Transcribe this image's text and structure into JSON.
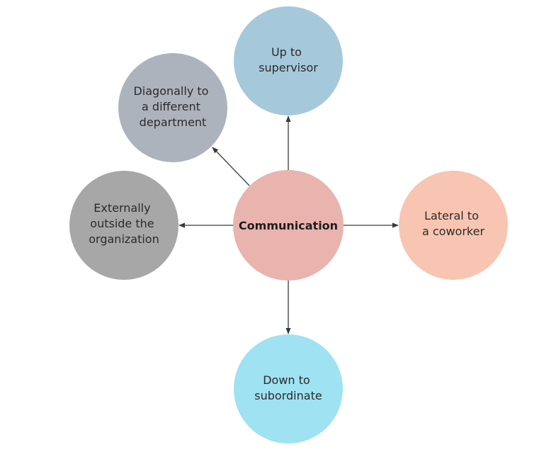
{
  "center": {
    "label": "Communication",
    "color": "#E9B3AE"
  },
  "nodes": [
    {
      "id": "up",
      "lines": [
        "Up to",
        "supervisor"
      ],
      "color": "#A6C8DB"
    },
    {
      "id": "diagonal",
      "lines": [
        "Diagonally to",
        "a different",
        "department"
      ],
      "color": "#ADB3BD"
    },
    {
      "id": "external",
      "lines": [
        "Externally",
        "outside the",
        "organization"
      ],
      "color": "#A7A7A7"
    },
    {
      "id": "lateral",
      "lines": [
        "Lateral to",
        "a coworker"
      ],
      "color": "#F7C5B1"
    },
    {
      "id": "down",
      "lines": [
        "Down to",
        "subordinate"
      ],
      "color": "#9FE2F1"
    }
  ]
}
